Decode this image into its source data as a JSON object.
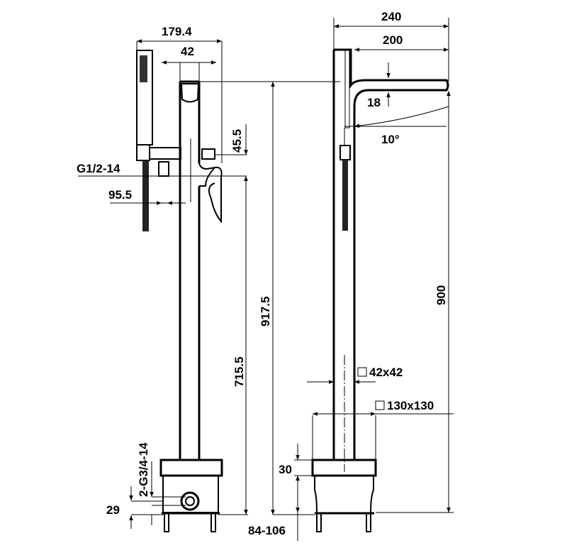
{
  "drawing": {
    "front_view": {
      "dim_total_width": "179.4",
      "dim_column_width": "42",
      "dim_lever_offset": "45.5",
      "dim_thread_hand_shower": "G1/2-14",
      "dim_hand_shower_offset": "95.5",
      "dim_lever_height": "715.5",
      "dim_total_height": "917.5",
      "dim_inlet_thread": "2-G3/4-14",
      "dim_inlet_height": "29"
    },
    "side_view": {
      "dim_total_depth": "240",
      "dim_spout_reach": "200",
      "dim_spout_thickness": "18",
      "dim_spout_angle": "10°",
      "dim_spout_height": "900",
      "dim_column_section": "42x42",
      "dim_base_section": "130x130",
      "dim_base_cover_height": "30",
      "dim_install_depth": "84-106"
    }
  }
}
